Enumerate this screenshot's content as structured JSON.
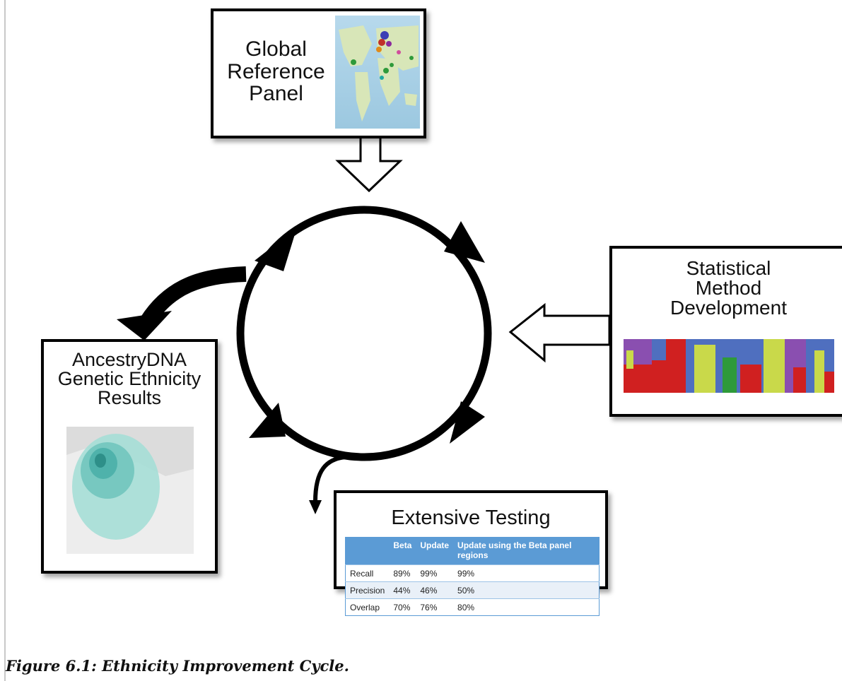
{
  "nodes": {
    "reference_panel": {
      "title": "Global\nReference\nPanel"
    },
    "statistical_method": {
      "title": "Statistical\nMethod\nDevelopment"
    },
    "ethnicity_results": {
      "title": "AncestryDNA\nGenetic Ethnicity\nResults"
    },
    "extensive_testing": {
      "title": "Extensive Testing"
    }
  },
  "testing_table": {
    "headers": [
      "",
      "Beta",
      "Update",
      "Update using the Beta panel regions"
    ],
    "rows": [
      [
        "Recall",
        "89%",
        "99%",
        "99%"
      ],
      [
        "Precision",
        "44%",
        "46%",
        "50%"
      ],
      [
        "Overlap",
        "70%",
        "76%",
        "80%"
      ]
    ]
  },
  "caption": "Figure 6.1: Ethnicity Improvement Cycle.",
  "colors": {
    "table_header": "#5b9bd5",
    "table_stripe": "#e9f0f8",
    "map_ocean": "#a8cfe6",
    "map_land": "#d8e6b8"
  },
  "icons": [
    "world-map-image",
    "admixture-plot-image",
    "ethnicity-map-image",
    "cycle-arrow-icon",
    "hollow-arrow-icon"
  ]
}
